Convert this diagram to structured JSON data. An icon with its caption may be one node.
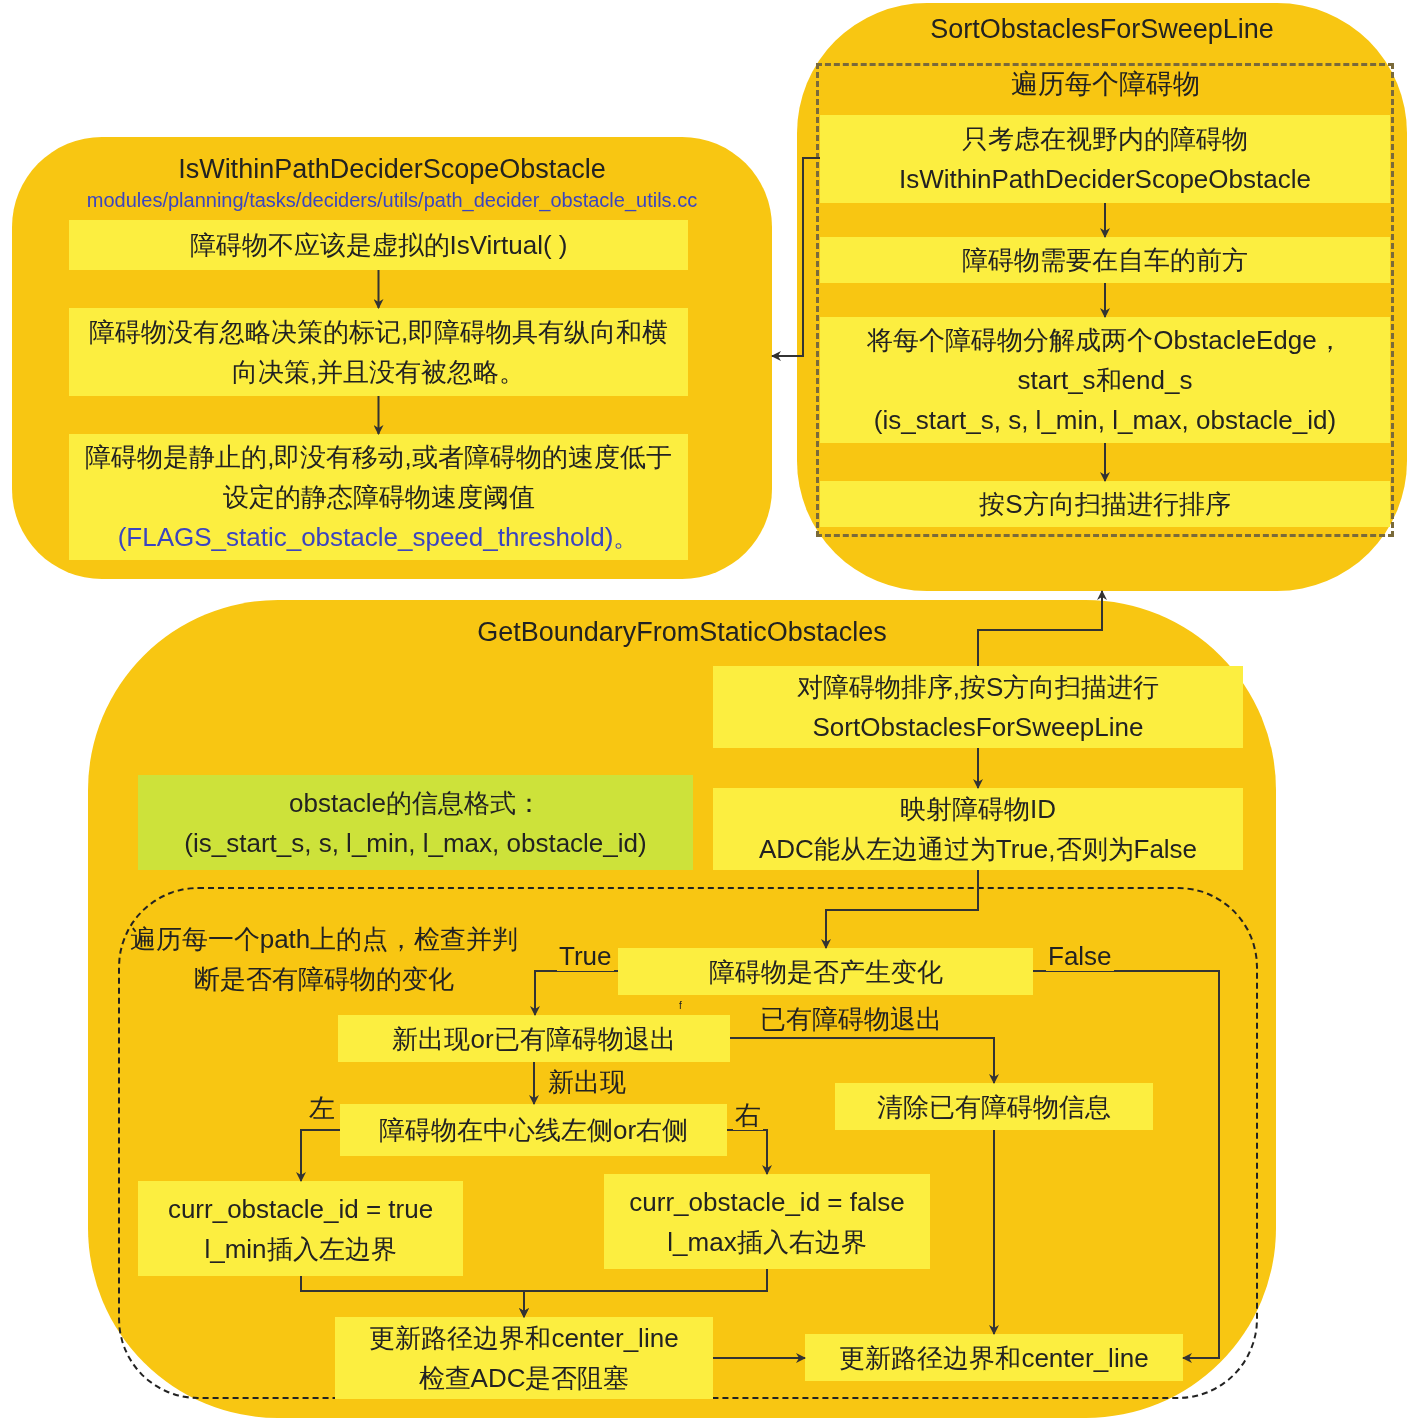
{
  "diagram": {
    "nodes": [
      {
        "text": [
          "IsWithinPathDeciderScopeObstacle",
          "modules/planning/tasks/deciders/utils/path_decider_obstacle_utils.cc"
        ]
      },
      {
        "text": [
          "障碍物不应该是虚拟的IsVirtual( )"
        ],
        "in": 0
      },
      {
        "text": [
          "障碍物没有忽略决策的标记,即障碍物具有纵向和横向决策,并且没有被忽略。"
        ],
        "in": 0
      },
      {
        "text": [
          "障碍物是静止的,即没有移动,或者障碍物的速度低于设定的静态障碍物速度阈值",
          "(FLAGS_static_obstacle_speed_threshold)。"
        ],
        "in": 0
      },
      {
        "text": [
          "SortObstaclesForSweepLine"
        ]
      },
      {
        "text": [
          "遍历每个障碍物"
        ],
        "in": 4
      },
      {
        "text": [
          "只考虑在视野内的障碍物",
          "IsWithinPathDeciderScopeObstacle"
        ],
        "in": 5
      },
      {
        "text": [
          "障碍物需要在自车的前方"
        ],
        "in": 5
      },
      {
        "text": [
          "将每个障碍物分解成两个ObstacleEdge，start_s和end_s",
          "(is_start_s, s, l_min, l_max, obstacle_id)"
        ],
        "in": 5
      },
      {
        "text": [
          "按S方向扫描进行排序"
        ],
        "in": 5
      },
      {
        "text": [
          "GetBoundaryFromStaticObstacles"
        ]
      },
      {
        "text": [
          "对障碍物排序,按S方向扫描进行",
          "SortObstaclesForSweepLine"
        ],
        "in": 10
      },
      {
        "text": [
          "obstacle的信息格式：",
          "(is_start_s, s, l_min, l_max, obstacle_id)"
        ],
        "in": 10
      },
      {
        "text": [
          "映射障碍物ID",
          "ADC能从左边通过为True,否则为False"
        ],
        "in": 10
      },
      {
        "text": [
          "遍历每一个path上的点，检查并判断是否有障碍物的变化"
        ],
        "in": 10
      },
      {
        "text": [
          "障碍物是否产生变化"
        ],
        "in": 14
      },
      {
        "text": [
          "新出现or已有障碍物退出"
        ],
        "in": 14
      },
      {
        "text": [
          "障碍物在中心线左侧or右侧"
        ],
        "in": 14
      },
      {
        "text": [
          "清除已有障碍物信息"
        ],
        "in": 14
      },
      {
        "text": [
          "curr_obstacle_id = true",
          "l_min插入左边界"
        ],
        "in": 14
      },
      {
        "text": [
          "curr_obstacle_id = false",
          "l_max插入右边界"
        ],
        "in": 14
      },
      {
        "text": [
          "更新路径边界和center_line",
          "检查ADC是否阻塞"
        ],
        "in": 14
      },
      {
        "text": [
          "更新路径边界和center_line"
        ],
        "in": 14
      }
    ],
    "edges": [
      {
        "from": 1,
        "to": 2,
        "arrow": "to"
      },
      {
        "from": 2,
        "to": 3,
        "arrow": "to"
      },
      {
        "from": 6,
        "to": 7,
        "arrow": "to"
      },
      {
        "from": 7,
        "to": 8,
        "arrow": "to"
      },
      {
        "from": 8,
        "to": 9,
        "arrow": "to"
      },
      {
        "from": 6,
        "to": 0,
        "arrow": "to"
      },
      {
        "from": 11,
        "to": 4,
        "arrow": "to"
      },
      {
        "from": 11,
        "to": 13,
        "arrow": "to"
      },
      {
        "from": 13,
        "to": 15,
        "arrow": "to"
      },
      {
        "from": 15,
        "to": 16,
        "arrow": "to",
        "label": "True"
      },
      {
        "from": 15,
        "to": 22,
        "arrow": "to",
        "label": "False"
      },
      {
        "from": 16,
        "to": 18,
        "arrow": "to",
        "label": "已有障碍物退出"
      },
      {
        "from": 16,
        "to": 17,
        "arrow": "to",
        "label": "新出现"
      },
      {
        "from": 17,
        "to": 19,
        "arrow": "to",
        "label": "左"
      },
      {
        "from": 17,
        "to": 20,
        "arrow": "to",
        "label": "右"
      },
      {
        "from": 19,
        "to": 21,
        "arrow": "to"
      },
      {
        "from": 20,
        "to": 21,
        "arrow": "to"
      },
      {
        "from": 18,
        "to": 22,
        "arrow": "to"
      },
      {
        "from": 21,
        "to": 22,
        "arrow": "to"
      }
    ],
    "labels": [
      "f"
    ]
  }
}
